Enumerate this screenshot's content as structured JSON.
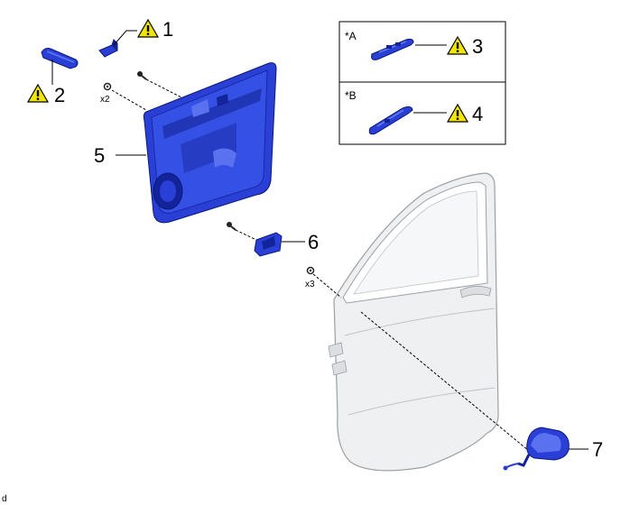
{
  "callouts": {
    "c1": "1",
    "c2": "2",
    "c3": "3",
    "c4": "4",
    "c5": "5",
    "c6": "6",
    "c7": "7"
  },
  "fastener_counts": {
    "screws_upper": "x2",
    "screws_lower": "x3"
  },
  "inset_labels": {
    "a": "*A",
    "b": "*B"
  },
  "corner_mark": "d",
  "colors": {
    "part_blue": "#2a3fd6",
    "part_blue_dark": "#13249a",
    "part_blue_light": "#5a72f0",
    "door_fill": "#eef0f2",
    "door_line": "#9aa0a6",
    "warning_yellow": "#f2e600"
  },
  "icons": [
    "warning-triangle-icon"
  ]
}
